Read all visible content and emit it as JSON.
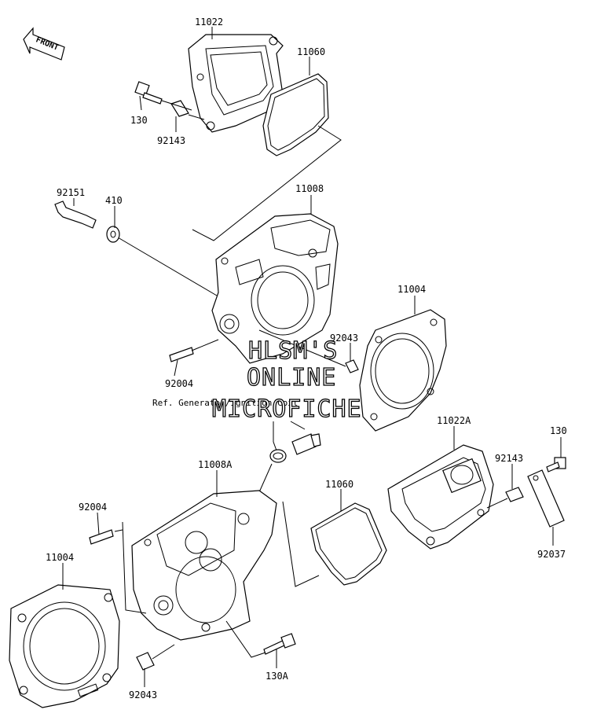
{
  "front_label": "FRONT",
  "reference_note": "Ref. Generator/Ignition Coil",
  "watermark": [
    "HLSM'S",
    "ONLINE",
    "MICROFICHE"
  ],
  "parts": [
    {
      "id": "p11022",
      "number": "11022"
    },
    {
      "id": "p11060a",
      "number": "11060"
    },
    {
      "id": "p130a",
      "number": "130"
    },
    {
      "id": "p92143a",
      "number": "92143"
    },
    {
      "id": "p92151",
      "number": "92151"
    },
    {
      "id": "p410",
      "number": "410"
    },
    {
      "id": "p11008",
      "number": "11008"
    },
    {
      "id": "p11004a",
      "number": "11004"
    },
    {
      "id": "p92043a",
      "number": "92043"
    },
    {
      "id": "p92004a",
      "number": "92004"
    },
    {
      "id": "p11022A",
      "number": "11022A"
    },
    {
      "id": "p130b",
      "number": "130"
    },
    {
      "id": "p92143b",
      "number": "92143"
    },
    {
      "id": "p11008A",
      "number": "11008A"
    },
    {
      "id": "p11060b",
      "number": "11060"
    },
    {
      "id": "p92004b",
      "number": "92004"
    },
    {
      "id": "p11004b",
      "number": "11004"
    },
    {
      "id": "p92037",
      "number": "92037"
    },
    {
      "id": "p130A",
      "number": "130A"
    },
    {
      "id": "p92043b",
      "number": "92043"
    }
  ]
}
